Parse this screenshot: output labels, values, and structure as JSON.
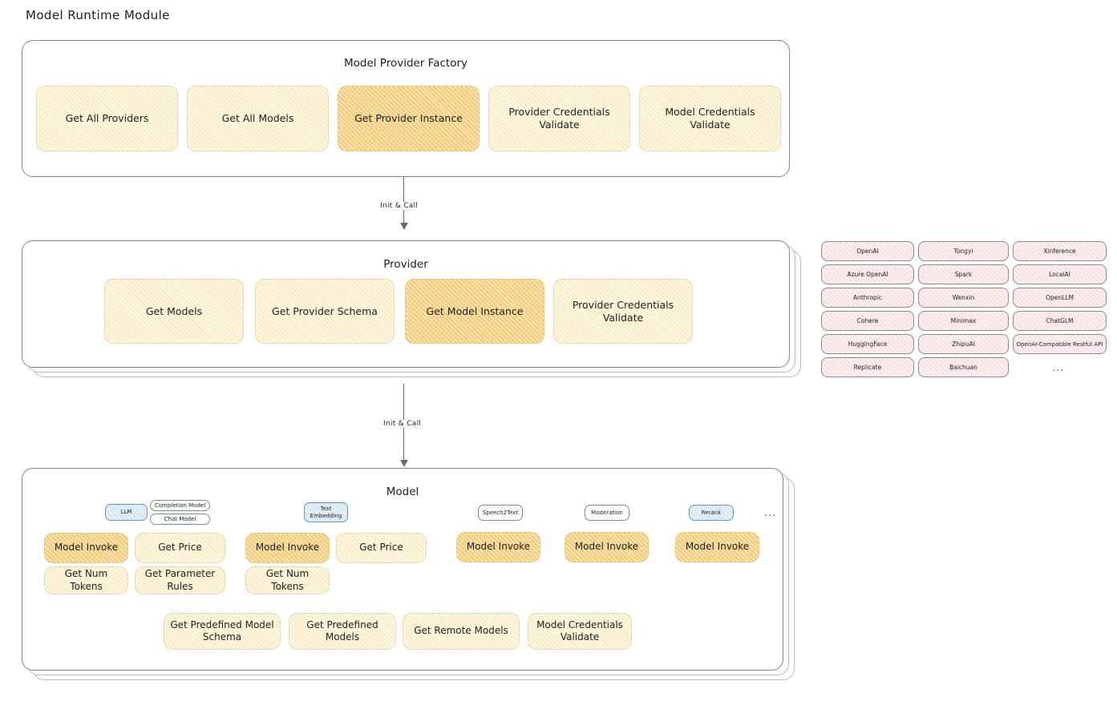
{
  "page": {
    "title": "Model Runtime Module"
  },
  "arrows": [
    {
      "label": "Init & Call"
    },
    {
      "label": "Init & Call"
    }
  ],
  "factory": {
    "title": "Model Provider Factory",
    "cards": [
      {
        "label": "Get All Providers",
        "highlighted": false
      },
      {
        "label": "Get All Models",
        "highlighted": false
      },
      {
        "label": "Get Provider Instance",
        "highlighted": true
      },
      {
        "label": "Provider Credentials Validate",
        "highlighted": false
      },
      {
        "label": "Model Credentials Validate",
        "highlighted": false
      }
    ]
  },
  "provider": {
    "title": "Provider",
    "cards": [
      {
        "label": "Get Models",
        "highlighted": false
      },
      {
        "label": "Get Provider Schema",
        "highlighted": false
      },
      {
        "label": "Get Model Instance",
        "highlighted": true
      },
      {
        "label": "Provider Credentials Validate",
        "highlighted": false
      }
    ]
  },
  "provider_list": {
    "columns": [
      {
        "items": [
          "OpenAI",
          "Azure OpenAI",
          "Anthropic",
          "Cohere",
          "HuggingFace",
          "Replicate"
        ]
      },
      {
        "items": [
          "Tongyi",
          "Spark",
          "Wenxin",
          "Minimax",
          "ZhipuAI",
          "Baichuan"
        ]
      },
      {
        "items": [
          "Xinference",
          "LocalAI",
          "OpenLLM",
          "ChatGLM",
          "OpenAI-Compatible Restful API"
        ]
      }
    ],
    "more": "..."
  },
  "model": {
    "title": "Model",
    "more": "...",
    "types": [
      {
        "tag": "LLM",
        "tag_style": "blue",
        "subtags": [
          "Completion Model",
          "Chat Model"
        ],
        "cards": [
          {
            "label": "Model Invoke",
            "highlighted": true
          },
          {
            "label": "Get Price",
            "highlighted": false
          },
          {
            "label": "Get Num Tokens",
            "highlighted": false
          },
          {
            "label": "Get Parameter Rules",
            "highlighted": false
          }
        ]
      },
      {
        "tag": "Text Embedding",
        "tag_style": "blue",
        "subtags": [],
        "cards": [
          {
            "label": "Model Invoke",
            "highlighted": true
          },
          {
            "label": "Get Price",
            "highlighted": false
          },
          {
            "label": "Get Num Tokens",
            "highlighted": false
          }
        ]
      },
      {
        "tag": "Speech2Text",
        "tag_style": "white",
        "subtags": [],
        "cards": [
          {
            "label": "Model Invoke",
            "highlighted": true
          }
        ]
      },
      {
        "tag": "Moderation",
        "tag_style": "white",
        "subtags": [],
        "cards": [
          {
            "label": "Model Invoke",
            "highlighted": true
          }
        ]
      },
      {
        "tag": "Rerank",
        "tag_style": "blue",
        "subtags": [],
        "cards": [
          {
            "label": "Model Invoke",
            "highlighted": true
          }
        ]
      }
    ],
    "common_cards": [
      {
        "label": "Get Predefined Model Schema"
      },
      {
        "label": "Get Predefined Models"
      },
      {
        "label": "Get Remote Models"
      },
      {
        "label": "Model Credentials Validate"
      }
    ]
  }
}
